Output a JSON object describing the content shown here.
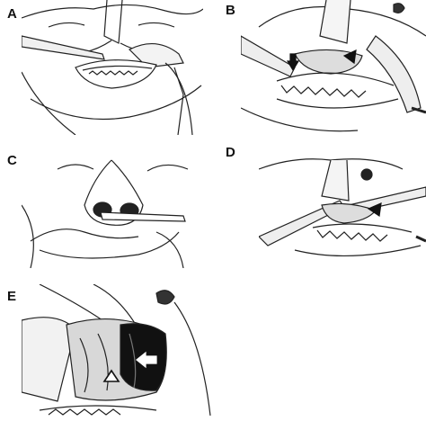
{
  "figure": {
    "panels": [
      {
        "id": "A",
        "label": "A"
      },
      {
        "id": "B",
        "label": "B"
      },
      {
        "id": "C",
        "label": "C"
      },
      {
        "id": "D",
        "label": "D"
      },
      {
        "id": "E",
        "label": "E"
      }
    ],
    "colors": {
      "ink": "#222222",
      "shade": "#d8d8d8",
      "dark": "#111111",
      "background": "#ffffff"
    },
    "icons": [
      "black-arrow-icon",
      "black-arrowhead-icon",
      "white-arrow-icon",
      "open-triangle-icon"
    ]
  }
}
